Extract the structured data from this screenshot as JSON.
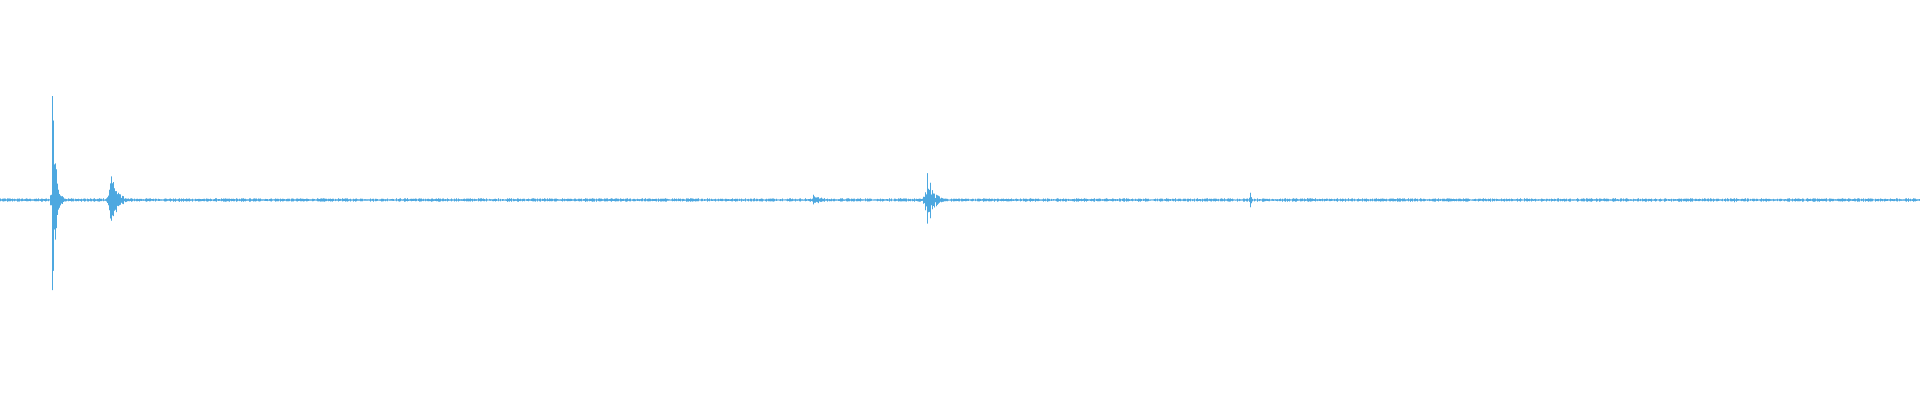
{
  "waveform": {
    "color": "#4da8e0",
    "duration_fraction_events": [
      {
        "t": 0.027,
        "amp": 0.8,
        "kind": "impulse"
      },
      {
        "t": 0.058,
        "amp": 0.21,
        "kind": "burst"
      },
      {
        "t": 0.424,
        "amp": 0.06,
        "kind": "burst"
      },
      {
        "t": 0.483,
        "amp": 0.2,
        "kind": "burst"
      },
      {
        "t": 0.651,
        "amp": 0.07,
        "kind": "blip"
      },
      {
        "t": 0.903,
        "amp": 0.02,
        "kind": "blip"
      }
    ],
    "baseline_noise_amp": 0.008,
    "trailing_blank_fraction": 0.0
  }
}
